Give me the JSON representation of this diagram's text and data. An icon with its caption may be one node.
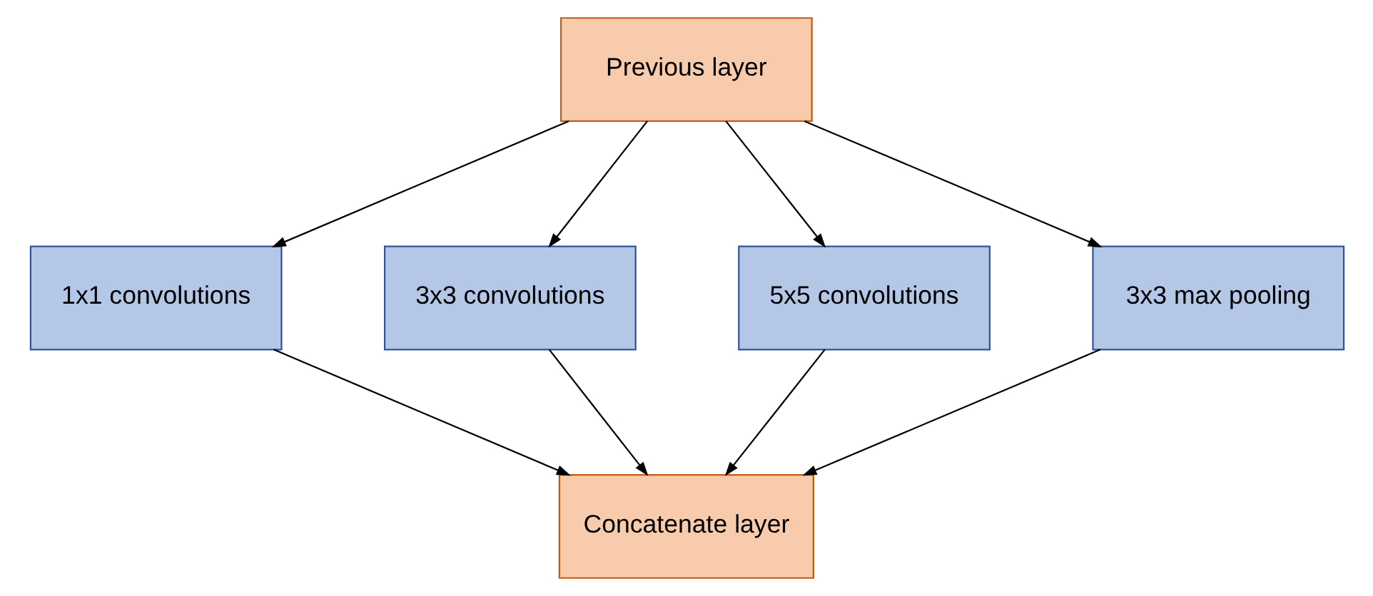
{
  "diagram": {
    "nodes": [
      {
        "text": [
          "Previous layer"
        ]
      },
      {
        "text": [
          "1x1 convolutions"
        ]
      },
      {
        "text": [
          "3x3 convolutions"
        ]
      },
      {
        "text": [
          "5x5 convolutions"
        ]
      },
      {
        "text": [
          "3x3 max pooling"
        ]
      },
      {
        "text": [
          "Concatenate layer"
        ]
      }
    ],
    "edges": [
      {
        "from": 0,
        "to": 1,
        "arrow": "to"
      },
      {
        "from": 0,
        "to": 2,
        "arrow": "to"
      },
      {
        "from": 0,
        "to": 3,
        "arrow": "to"
      },
      {
        "from": 0,
        "to": 4,
        "arrow": "to"
      },
      {
        "from": 1,
        "to": 5,
        "arrow": "to"
      },
      {
        "from": 2,
        "to": 5,
        "arrow": "to"
      },
      {
        "from": 3,
        "to": 5,
        "arrow": "to"
      },
      {
        "from": 4,
        "to": 5,
        "arrow": "to"
      }
    ]
  }
}
